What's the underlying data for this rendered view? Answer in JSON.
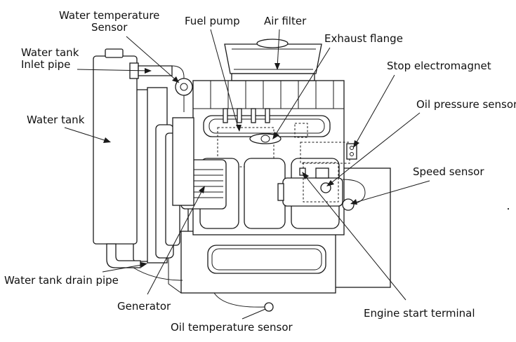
{
  "labels": {
    "water_temperature_sensor": "Water temperature\nSensor",
    "fuel_pump": "Fuel pump",
    "air_filter": "Air filter",
    "exhaust_flange": "Exhaust flange",
    "water_tank_inlet_pipe": "Water tank\nInlet pipe",
    "stop_electromagnet": "Stop electromagnet",
    "oil_pressure_sensor": "Oil pressure sensor",
    "water_tank": "Water tank",
    "speed_sensor": "Speed sensor",
    "water_tank_drain_pipe": "Water tank drain pipe",
    "generator": "Generator",
    "engine_start_terminal": "Engine start terminal",
    "oil_temperature_sensor": "Oil temperature sensor"
  }
}
